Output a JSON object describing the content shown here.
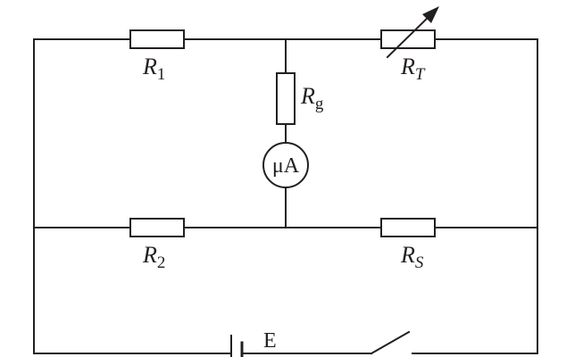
{
  "labels": {
    "r1": {
      "main": "R",
      "sub": "1"
    },
    "rt": {
      "main": "R",
      "sub": "T"
    },
    "rg": {
      "main": "R",
      "sub": "g"
    },
    "r2": {
      "main": "R",
      "sub": "2"
    },
    "rs": {
      "main": "R",
      "sub": "S"
    },
    "meter": "μA",
    "battery": "E"
  },
  "colors": {
    "ink": "#231f20",
    "background": "#ffffff"
  }
}
